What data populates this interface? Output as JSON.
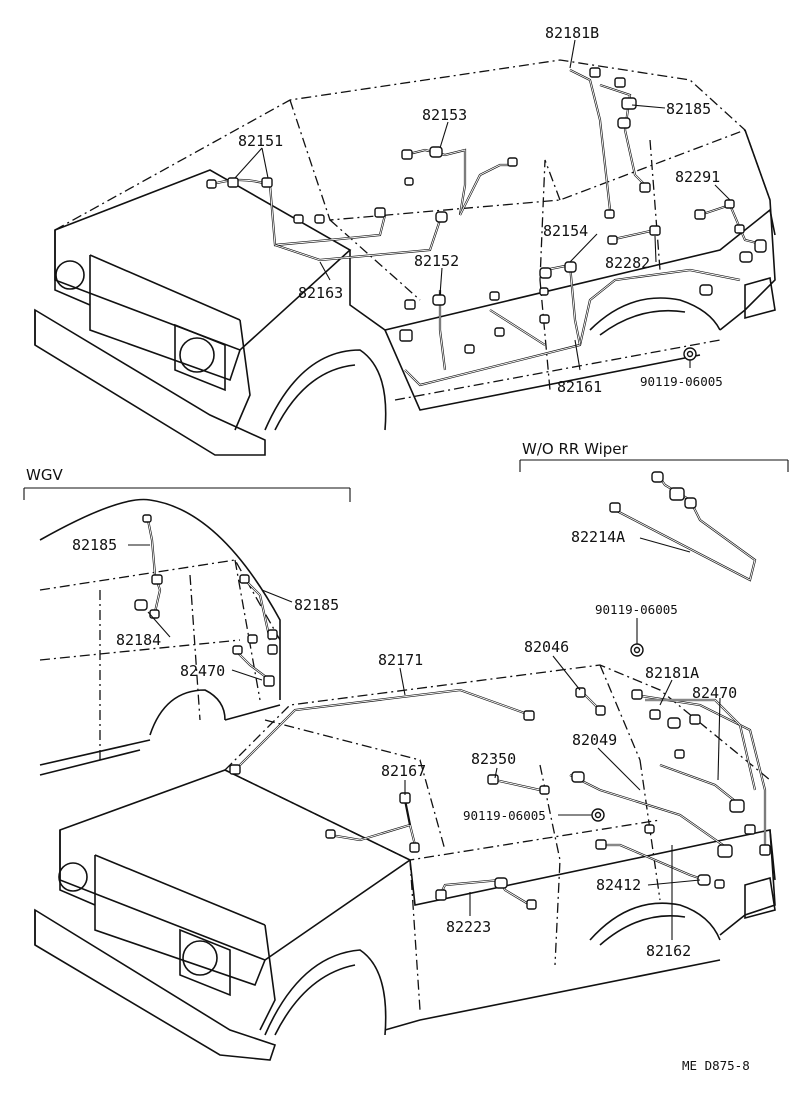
{
  "sections": {
    "wgv": "WGV",
    "wo_rr_wiper": "W/O RR Wiper"
  },
  "labels": {
    "p82181B": "82181B",
    "p82185_top": "82185",
    "p82153": "82153",
    "p82151": "82151",
    "p82291": "82291",
    "p82154": "82154",
    "p82282": "82282",
    "p82152": "82152",
    "p82163": "82163",
    "p82161": "82161",
    "p90119_top": "90119-06005",
    "p82214A": "82214A",
    "p82185_wgv_a": "82185",
    "p82185_wgv_b": "82185",
    "p82184": "82184",
    "p82470_wgv": "82470",
    "p90119_mid": "90119-06005",
    "p82171": "82171",
    "p82046": "82046",
    "p82181A": "82181A",
    "p82470": "82470",
    "p82049": "82049",
    "p82350": "82350",
    "p82167": "82167",
    "p90119_low": "90119-06005",
    "p82412": "82412",
    "p82223": "82223",
    "p82162": "82162"
  },
  "footer": "ME  D875-8"
}
